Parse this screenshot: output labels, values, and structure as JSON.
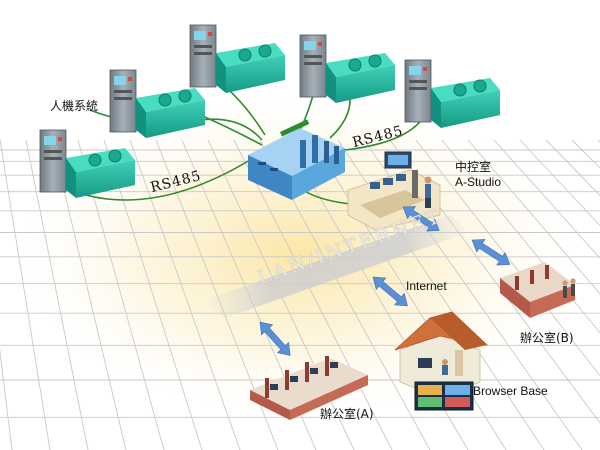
{
  "labels": {
    "hmi_system": "人機系統",
    "rs485_left": "RS485",
    "rs485_right": "RS485",
    "control_room": "中控室",
    "a_studio": "A-Studio",
    "lan_internet": "LAN/INTERNET",
    "internet": "Internet",
    "office_b": "辦公室(B)",
    "browser_base": "Browser Base",
    "office_a": "辦公室(A)"
  },
  "colors": {
    "cable": "#2e8b2e",
    "chiller": "#1fb39a",
    "cabinet": "#8a949c",
    "controller": "#5aa7de",
    "arrow": "#5b8fd6",
    "floor_glow": "#fbe7a6",
    "grid": "#cfcfcf",
    "office_wall": "#b35a4a",
    "roof": "#d0703a"
  },
  "icons": {
    "chiller_unit": "chiller-icon",
    "controller": "plc-controller-icon",
    "control_room": "control-room-icon",
    "office": "office-cubicle-icon",
    "house": "house-icon",
    "arrow": "bidirectional-arrow-icon"
  }
}
